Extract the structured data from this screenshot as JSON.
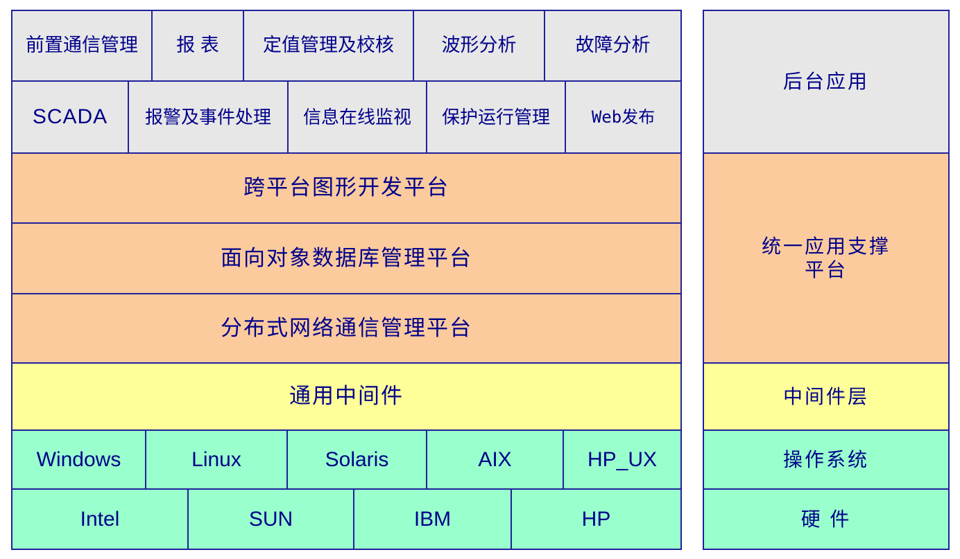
{
  "colors": {
    "application_layer": "#e7e7e7",
    "platform_layer": "#fbcb9d",
    "middleware_layer": "#ffff99",
    "os_layer": "#99ffcc",
    "border": "#21219b",
    "text": "#00008b",
    "background": "#ffffff"
  },
  "left_stack": {
    "application_row_1": [
      {
        "label": "前置通信管理"
      },
      {
        "label": "报 表"
      },
      {
        "label": "定值管理及校核"
      },
      {
        "label": "波形分析"
      },
      {
        "label": "故障分析"
      }
    ],
    "application_row_2": [
      {
        "label": "SCADA"
      },
      {
        "label": "报警及事件处理"
      },
      {
        "label": "信息在线监视"
      },
      {
        "label": "保护运行管理"
      },
      {
        "label": "Web发布"
      }
    ],
    "platform_rows": [
      {
        "label": "跨平台图形开发平台"
      },
      {
        "label": "面向对象数据库管理平台"
      },
      {
        "label": "分布式网络通信管理平台"
      }
    ],
    "middleware_row": {
      "label": "通用中间件"
    },
    "os_row": [
      {
        "label": "Windows"
      },
      {
        "label": "Linux"
      },
      {
        "label": "Solaris"
      },
      {
        "label": "AIX"
      },
      {
        "label": "HP_UX"
      }
    ],
    "hardware_row": [
      {
        "label": "Intel"
      },
      {
        "label": "SUN"
      },
      {
        "label": "IBM"
      },
      {
        "label": "HP"
      }
    ]
  },
  "right_labels": [
    {
      "label": "后台应用"
    },
    {
      "label": "统一应用支撑\n平台"
    },
    {
      "label": "中间件层"
    },
    {
      "label": "操作系统"
    },
    {
      "label": "硬 件"
    }
  ]
}
